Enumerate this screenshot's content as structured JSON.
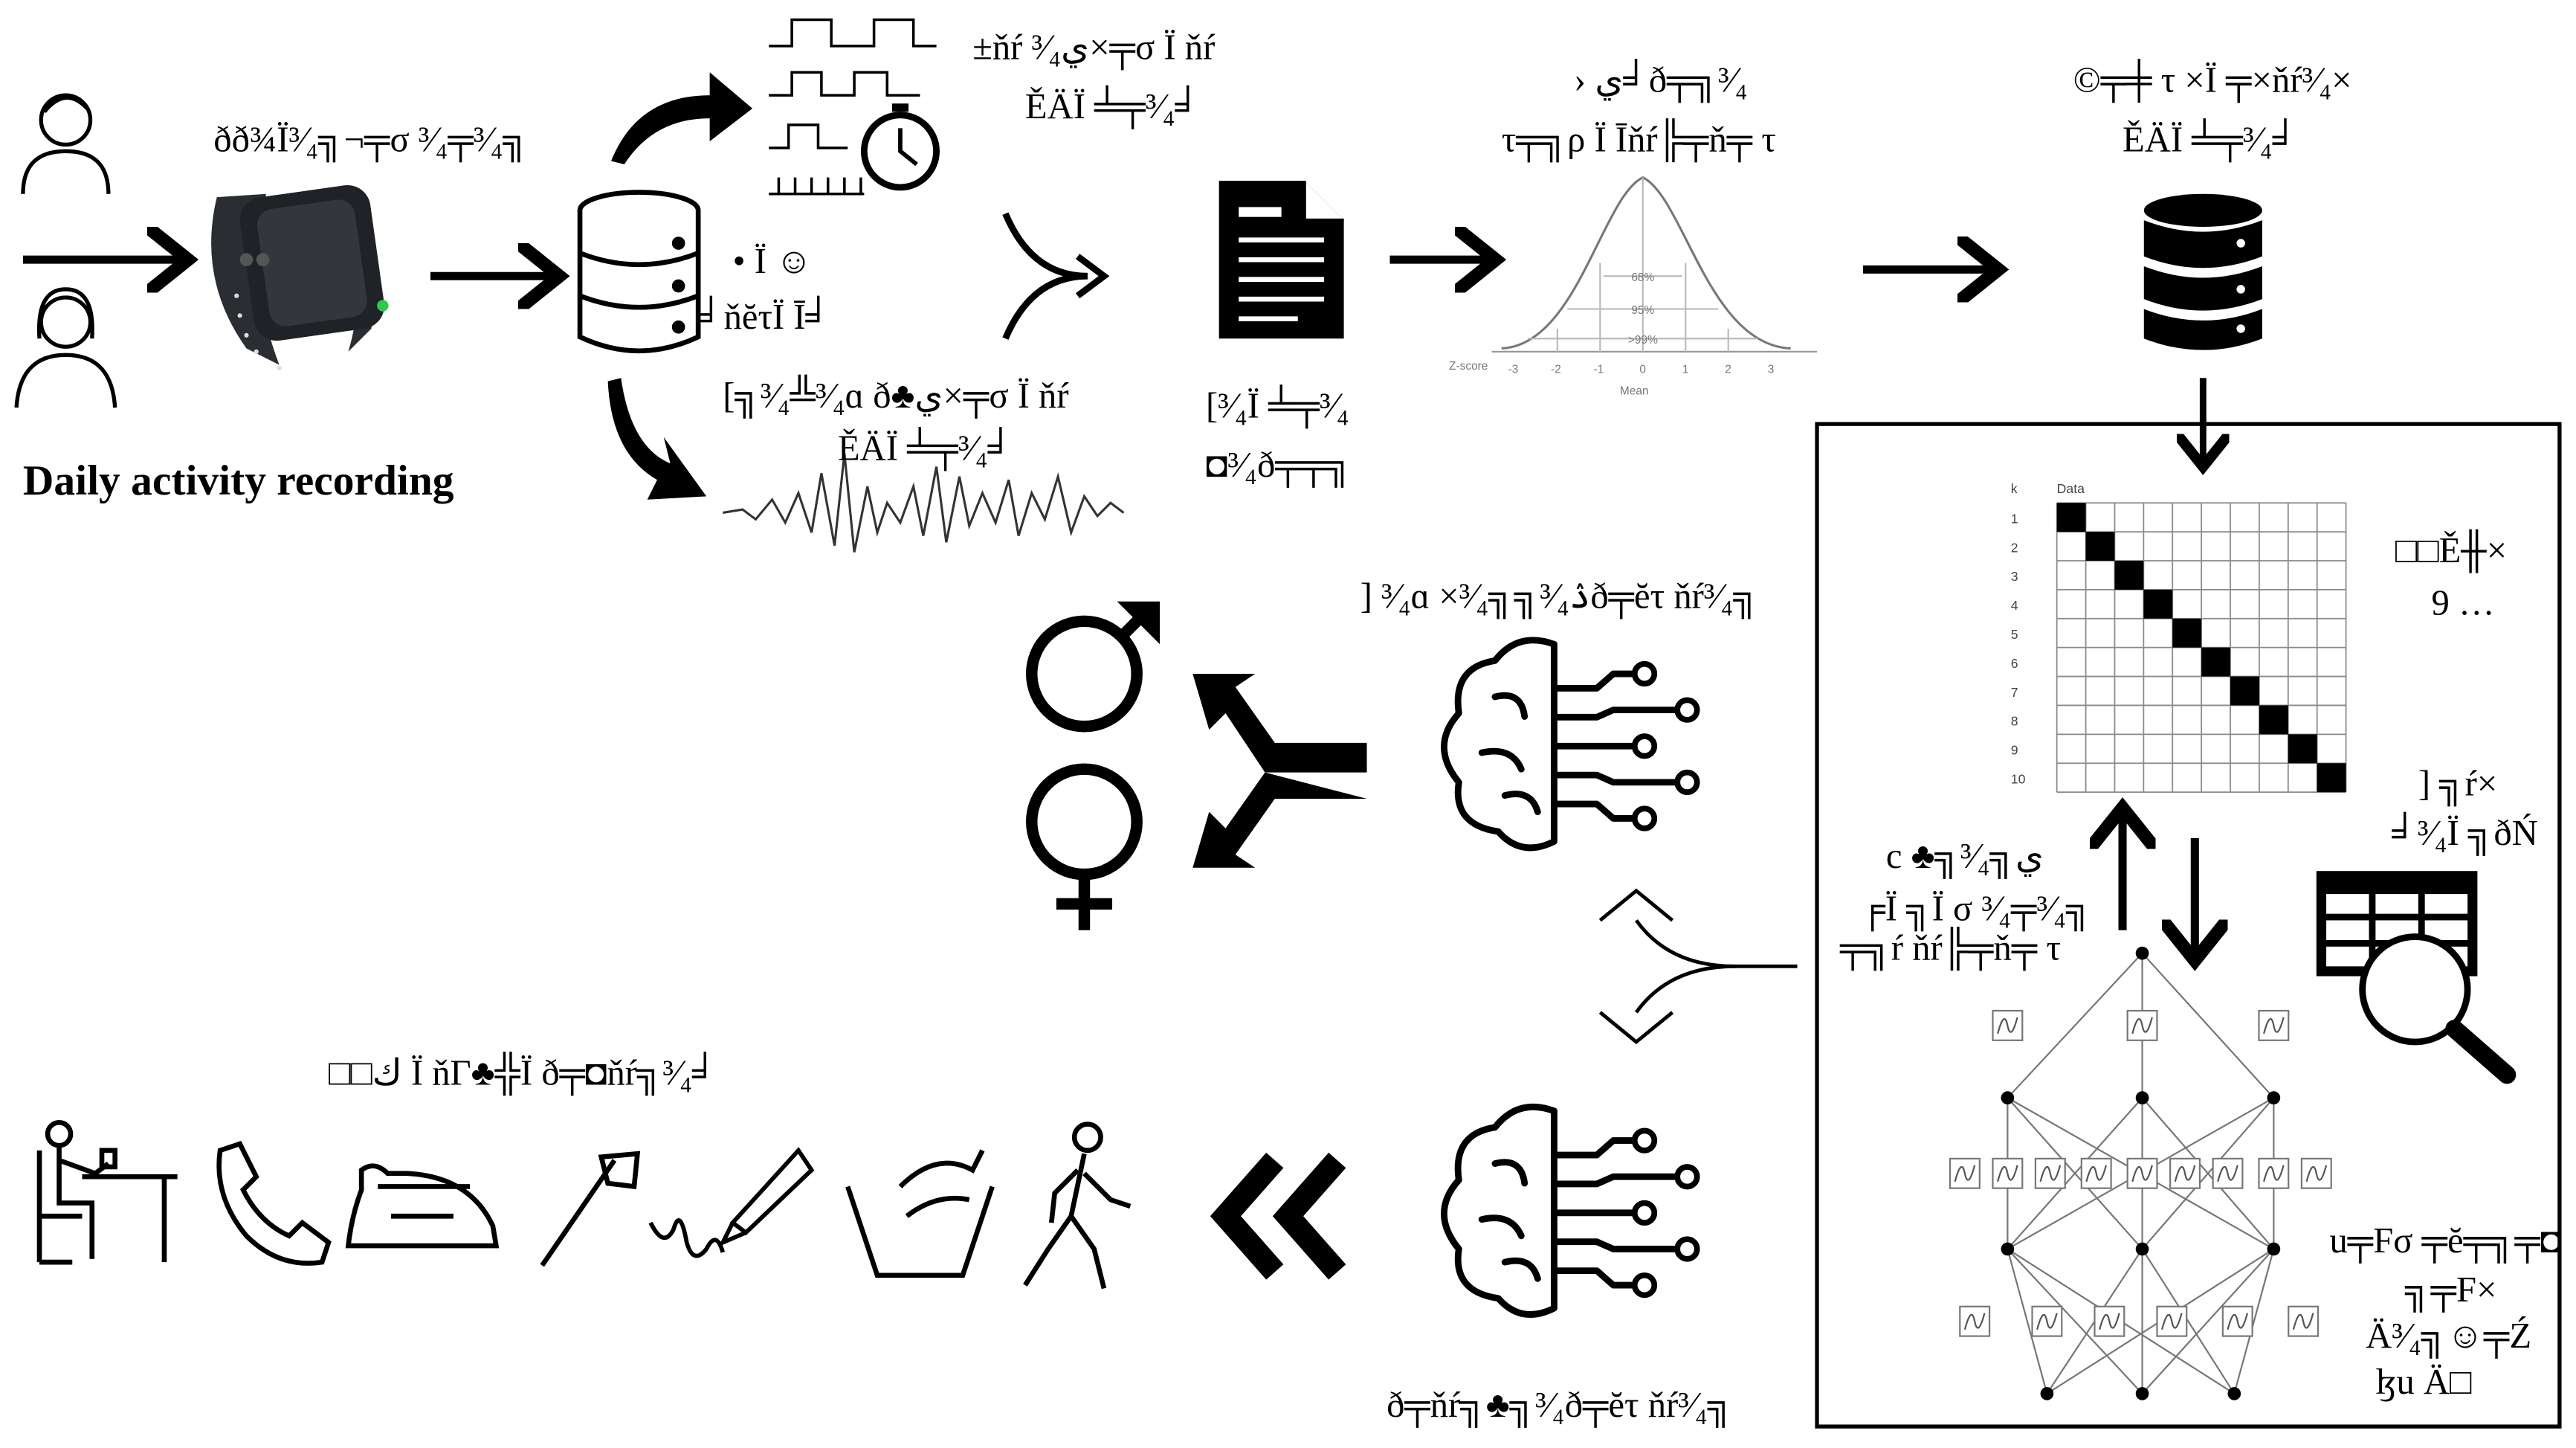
{
  "labels": {
    "daily_activity": "Daily activity recording",
    "device": "ðð¾Ï³⁄₄╗¬╤σ ³⁄₄╤³⁄₄╗",
    "signal_top_1": "±ňŕ ³⁄₄ي×╤σ Ï ňŕ",
    "signal_top_2": "ĚÄÏ ╧╤³⁄₄╛",
    "db_side_1": "• Ï ☺",
    "db_side_2": "╛ňĕτÏ Ī╛",
    "signal_bottom_1": "[╗³⁄₄╩³⁄₄ɑ ð♣ي×╤σ Ï ňŕ",
    "signal_bottom_2": "ĚÄÏ ╧╤³⁄₄╛",
    "doc_1": "[³⁄₄Ï ╧╤³⁄₄",
    "doc_2": "◘³⁄₄ð╤╤╗",
    "norm_1": "› ي╛ð╤╗³⁄₄",
    "norm_2": "τ╤╗ρ Ï Īňŕ╠╤ň╤ τ",
    "db_right_1": "©╤╪ τ ×Ï ╤×ňŕ³⁄₄×",
    "db_right_2": "ĚÄÏ ╧╤³⁄₄╛",
    "right_side_1": "□□Ě╫×",
    "right_side_2": "9 …",
    "right_side_3": "] ╗ŕ×",
    "right_side_4": "╛³⁄₄Ï ╗ðŃ",
    "mid_1": "c ♣╗³⁄₄╗ي",
    "mid_2": "╒Ï ╗Ï σ ³⁄₄╤³⁄₄╗",
    "mid_3": "╤╗ŕ ňŕ╠╤ň╤ τ",
    "brain_top": "] ³⁄₄ɑ ×³⁄₄╗╗ۮ³⁄₄ð╤ĕτ ňŕ³⁄₄╗",
    "activities": "□□ك Ï ňΓ♣╬Ï ð╤◘ňŕ╗³⁄₄╛",
    "brain_bottom": "ð╤ňŕ╗♣╗³⁄₄ð╤ĕτ ňŕ³⁄₄╗",
    "nn_1": "u╤Fσ ╤ĕ╤╗╤◘",
    "nn_2": "╗╤F×",
    "nn_3": "Ä³⁄₄╗☺╤Ź",
    "nn_4": "ɮu  Ä□"
  },
  "normal_chart": {
    "percent_labels": [
      "68%",
      "95%",
      ">99%"
    ],
    "z_label": "Z-score",
    "ticks": [
      "-3",
      "-2",
      "-1",
      "0",
      "1",
      "2",
      "3"
    ],
    "mean_label": "Mean"
  },
  "matrix": {
    "k_label": "k",
    "data_label": "Data",
    "rows": [
      "1",
      "2",
      "3",
      "4",
      "5",
      "6",
      "7",
      "8",
      "9",
      "10"
    ]
  },
  "colors": {
    "stroke": "#000000",
    "led": "#2ec84a",
    "band": "#2a2d31",
    "grid": "#8a8a8a"
  }
}
